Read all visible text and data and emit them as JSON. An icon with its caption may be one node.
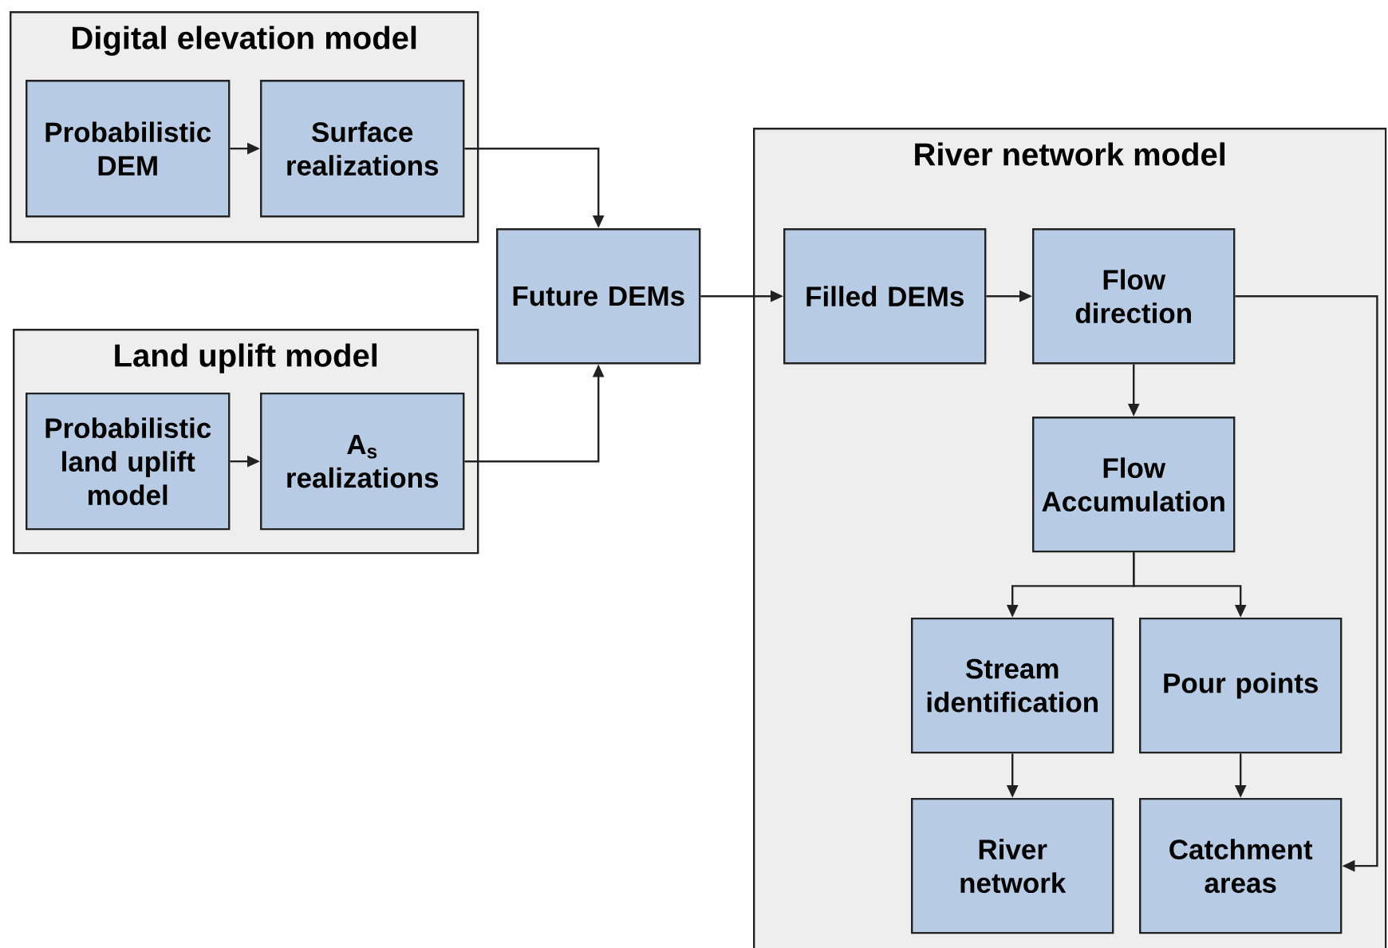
{
  "diagram": {
    "nodes": [
      {
        "text": [
          "Digital elevation model"
        ]
      },
      {
        "text": [
          "Probabilistic DEM"
        ],
        "in": 0
      },
      {
        "text": [
          "Surface realizations"
        ],
        "in": 0
      },
      {
        "text": [
          "Land uplift model"
        ]
      },
      {
        "text": [
          "Probabilistic land uplift model"
        ],
        "in": 3
      },
      {
        "text": [
          "A$_{s}$ realizations"
        ],
        "in": 3
      },
      {
        "text": [
          "Future DEMs"
        ]
      },
      {
        "text": [
          "River network model"
        ]
      },
      {
        "text": [
          "Filled DEMs"
        ],
        "in": 7
      },
      {
        "text": [
          "Flow direction"
        ],
        "in": 7
      },
      {
        "text": [
          "Flow Accumulation"
        ],
        "in": 7
      },
      {
        "text": [
          "Stream identification"
        ],
        "in": 7
      },
      {
        "text": [
          "Pour points"
        ],
        "in": 7
      },
      {
        "text": [
          "River network"
        ],
        "in": 7
      },
      {
        "text": [
          "Catchment areas"
        ],
        "in": 7
      }
    ],
    "edges": [
      {
        "from": 1,
        "to": 2,
        "arrow": "to"
      },
      {
        "from": 2,
        "to": 6,
        "arrow": "to"
      },
      {
        "from": 4,
        "to": 5,
        "arrow": "to"
      },
      {
        "from": 5,
        "to": 6,
        "arrow": "to"
      },
      {
        "from": 6,
        "to": 8,
        "arrow": "to"
      },
      {
        "from": 8,
        "to": 9,
        "arrow": "to"
      },
      {
        "from": 9,
        "to": 10,
        "arrow": "to"
      },
      {
        "from": 10,
        "to": 11,
        "arrow": "to"
      },
      {
        "from": 10,
        "to": 12,
        "arrow": "to"
      },
      {
        "from": 11,
        "to": 13,
        "arrow": "to"
      },
      {
        "from": 12,
        "to": 14,
        "arrow": "to"
      },
      {
        "from": 9,
        "to": 14,
        "arrow": "to"
      }
    ]
  }
}
